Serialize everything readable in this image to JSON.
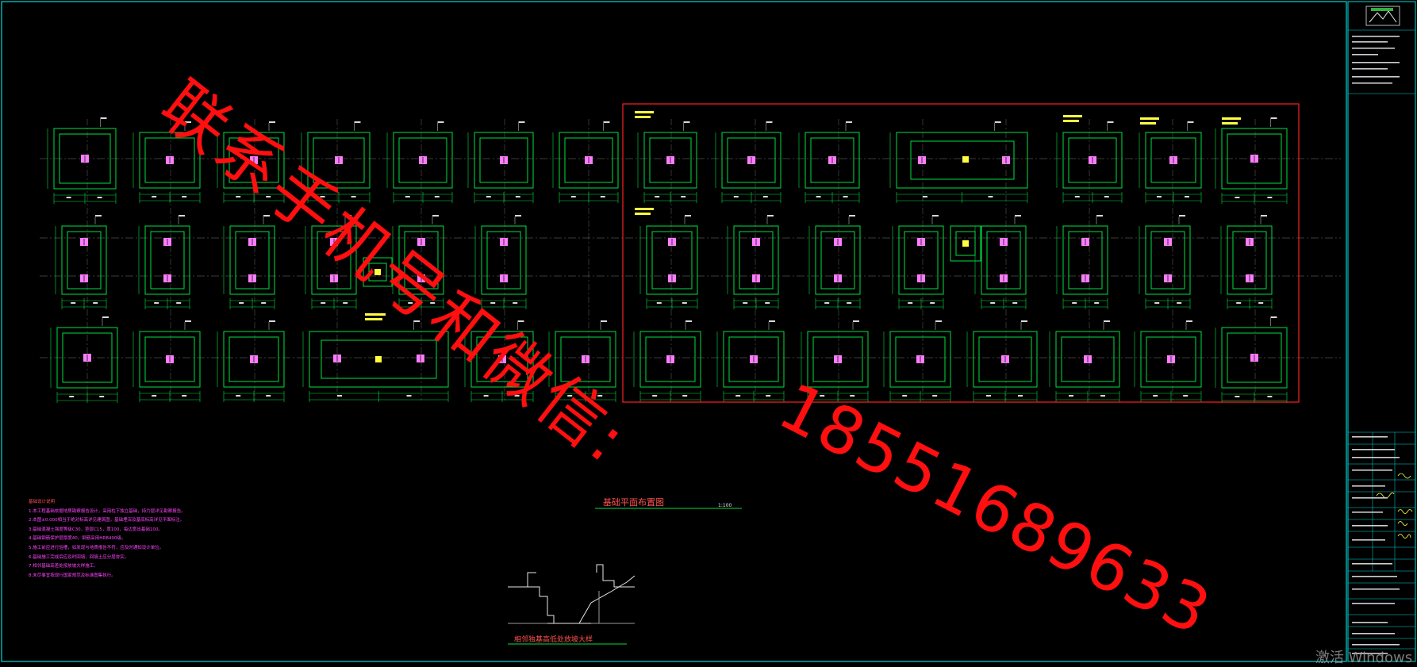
{
  "drawing": {
    "plan_title": "基础平面布置图",
    "plan_scale": "1:100",
    "detail_title": "相邻独基高低处放坡大样"
  },
  "notes": {
    "heading": "基础设计说明",
    "items": [
      "1.本工程基础依据地质勘察报告设计，采用柱下独立基础，持力层详见勘察报告。",
      "2.本图±0.000相当于绝对标高详见建筑图，基础埋深及基底标高详见平面标注。",
      "3.基础混凝土强度等级C30，垫层C15，厚100，每边宽出基础100。",
      "4.基础钢筋保护层厚度40，钢筋采用HRB400级。",
      "5.施工前应进行验槽，如发现与地质报告不符，应及时通知设计单位。",
      "6.基础施工完成后应及时回填，回填土应分层夯实。",
      "7.相邻基础高差处按放坡大样施工。",
      "8.未尽事宜按现行国家规范及标准图集执行。"
    ]
  },
  "watermark": {
    "contact": "联系手机号和微信:",
    "phone": "18551689633"
  },
  "os_overlay": "激活 Windows",
  "colors": {
    "background": "#000000",
    "footing": "#00e040",
    "pile": "#ff7cff",
    "frame": "#00d8d8",
    "selection": "#ff2020",
    "watermark": "#ff0f0f"
  }
}
